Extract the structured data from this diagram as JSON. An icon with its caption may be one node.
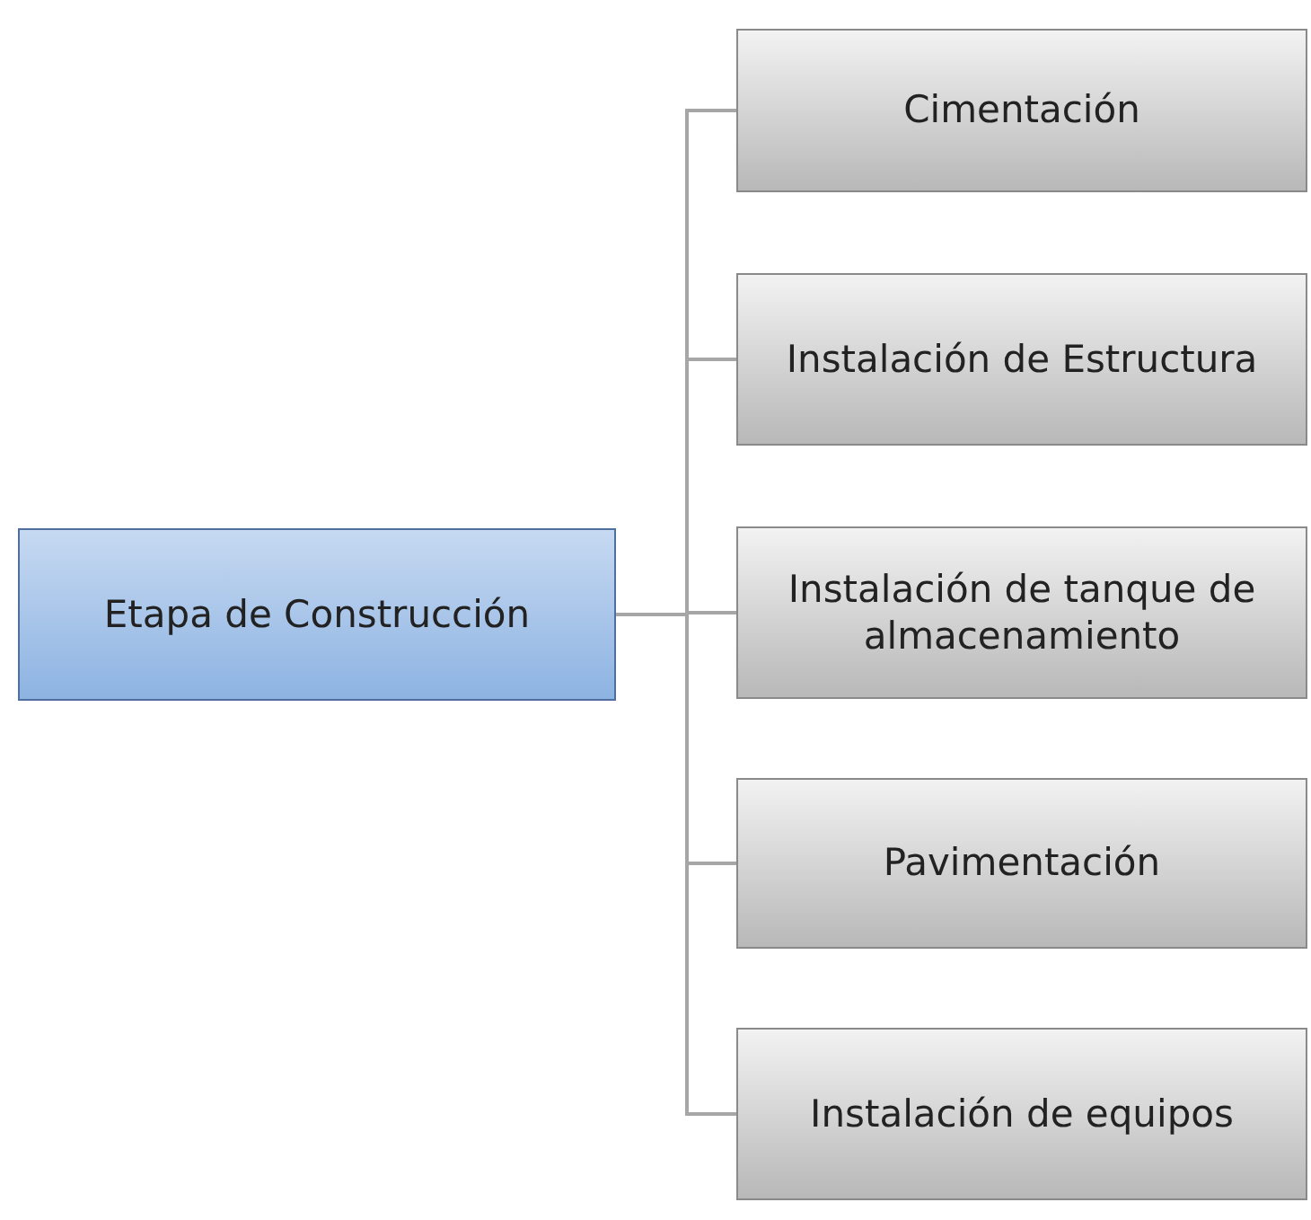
{
  "diagram": {
    "nodes": [
      {
        "text": [
          "Etapa de Construcción"
        ]
      },
      {
        "text": [
          "Cimentación"
        ]
      },
      {
        "text": [
          "Instalación de Estructura"
        ]
      },
      {
        "text": [
          "Instalación de tanque de almacenamiento"
        ]
      },
      {
        "text": [
          "Pavimentación"
        ]
      },
      {
        "text": [
          "Instalación de equipos"
        ]
      }
    ],
    "edges": [
      {
        "from": 0,
        "to": 1,
        "arrow": "none"
      },
      {
        "from": 0,
        "to": 2,
        "arrow": "none"
      },
      {
        "from": 0,
        "to": 3,
        "arrow": "none"
      },
      {
        "from": 0,
        "to": 4,
        "arrow": "none"
      },
      {
        "from": 0,
        "to": 5,
        "arrow": "none"
      }
    ]
  }
}
